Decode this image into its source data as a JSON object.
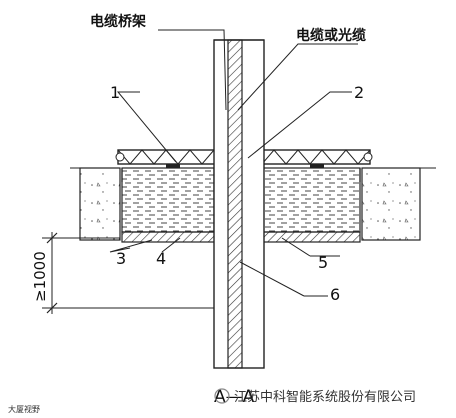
{
  "labels": {
    "cable_tray": "电缆桥架",
    "cable_or_fiber": "电缆或光缆",
    "callout_1": "1",
    "callout_2": "2",
    "callout_3": "3",
    "callout_4": "4",
    "callout_5": "5",
    "callout_6": "6",
    "dimension": "≥1000",
    "section": "A—A"
  },
  "watermark": {
    "company": "江苏中科智能系统股份有限公司",
    "small_logo": "大厦视野"
  }
}
